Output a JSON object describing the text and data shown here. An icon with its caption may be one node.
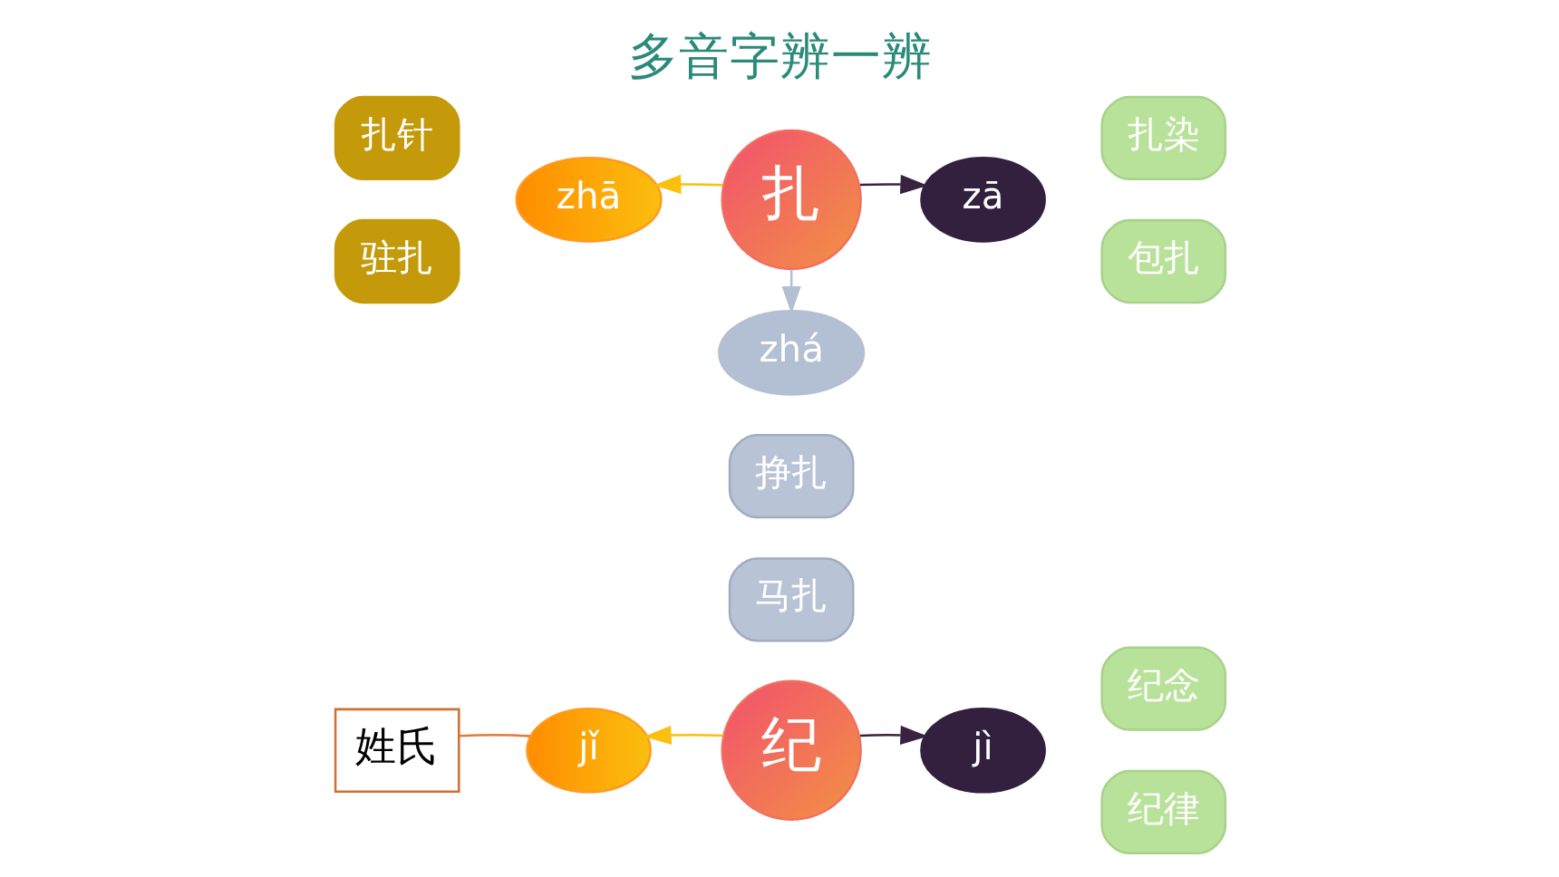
{
  "diagram": {
    "title": "多音字辨一辨",
    "nodes": [
      {
        "text": [
          "扎针"
        ]
      },
      {
        "text": [
          "驻扎"
        ]
      },
      {
        "text": [
          "zhā"
        ]
      },
      {
        "text": [
          "扎"
        ]
      },
      {
        "text": [
          "zā"
        ]
      },
      {
        "text": [
          "扎染"
        ]
      },
      {
        "text": [
          "包扎"
        ]
      },
      {
        "text": [
          "zhá"
        ]
      },
      {
        "text": [
          "挣扎"
        ]
      },
      {
        "text": [
          "马扎"
        ]
      },
      {
        "text": [
          "姓氏"
        ]
      },
      {
        "text": [
          "jǐ"
        ]
      },
      {
        "text": [
          "纪"
        ]
      },
      {
        "text": [
          "jì"
        ]
      },
      {
        "text": [
          "纪念"
        ]
      },
      {
        "text": [
          "纪律"
        ]
      }
    ],
    "edges": [
      {
        "from": 3,
        "to": 2,
        "arrow": "to",
        "color": "#fbbf0e"
      },
      {
        "from": 3,
        "to": 4,
        "arrow": "to",
        "color": "#3a2340"
      },
      {
        "from": 3,
        "to": 7,
        "arrow": "to",
        "color": "#b3bfd2"
      },
      {
        "from": 10,
        "to": 11,
        "arrow": "none",
        "color": "#e07b39"
      },
      {
        "from": 12,
        "to": 11,
        "arrow": "to",
        "color": "#fbbf0e"
      },
      {
        "from": 12,
        "to": 13,
        "arrow": "to",
        "color": "#3a2340"
      }
    ]
  }
}
